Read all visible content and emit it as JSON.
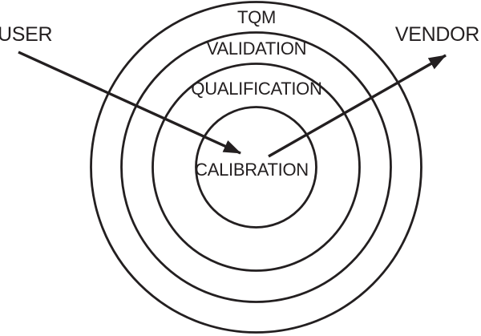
{
  "diagram": {
    "rings": [
      {
        "label": "TQM"
      },
      {
        "label": "VALIDATION"
      },
      {
        "label": "QUALIFICATION"
      },
      {
        "label": "CALIBRATION"
      }
    ],
    "actors": {
      "user_label": "USER",
      "vendor_label": "VENDOR"
    },
    "arrows": [
      {
        "name": "user-to-calibration",
        "from": "USER",
        "to": "CALIBRATION"
      },
      {
        "name": "calibration-to-vendor",
        "from": "CALIBRATION",
        "to": "VENDOR"
      }
    ],
    "colors": {
      "ink": "#231f20",
      "background": "#ffffff"
    }
  }
}
